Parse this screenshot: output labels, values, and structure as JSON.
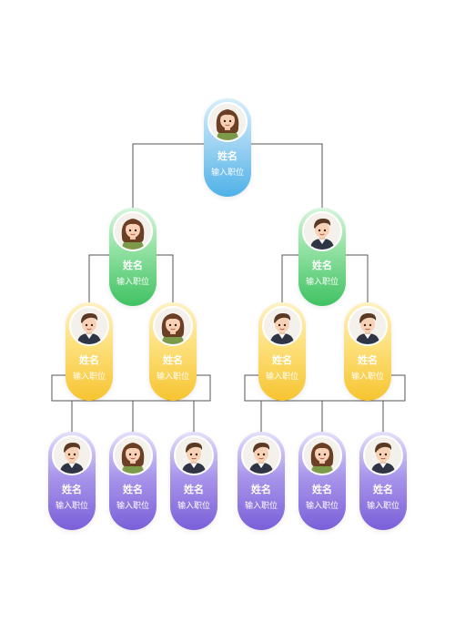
{
  "nodes": [
    {
      "name": "姓名",
      "role": "输入职位",
      "color": "#4fb1e8",
      "avatar": "female-avatar-icon",
      "level": 1
    },
    {
      "name": "姓名",
      "role": "输入职位",
      "color": "#3fc262",
      "avatar": "female-avatar-icon",
      "level": 2
    },
    {
      "name": "姓名",
      "role": "输入职位",
      "color": "#3fc262",
      "avatar": "male-avatar-icon",
      "level": 2
    },
    {
      "name": "姓名",
      "role": "输入职位",
      "color": "#f6c431",
      "avatar": "male-avatar-icon",
      "level": 3
    },
    {
      "name": "姓名",
      "role": "输入职位",
      "color": "#f6c431",
      "avatar": "female-avatar-icon",
      "level": 3
    },
    {
      "name": "姓名",
      "role": "输入职位",
      "color": "#f6c431",
      "avatar": "male-avatar-icon",
      "level": 3
    },
    {
      "name": "姓名",
      "role": "输入职位",
      "color": "#f6c431",
      "avatar": "male-avatar-icon",
      "level": 3
    },
    {
      "name": "姓名",
      "role": "输入职位",
      "color": "#7a5fd9",
      "avatar": "male-avatar-icon",
      "level": 4
    },
    {
      "name": "姓名",
      "role": "输入职位",
      "color": "#7a5fd9",
      "avatar": "female-avatar-icon",
      "level": 4
    },
    {
      "name": "姓名",
      "role": "输入职位",
      "color": "#7a5fd9",
      "avatar": "male-avatar-icon",
      "level": 4
    },
    {
      "name": "姓名",
      "role": "输入职位",
      "color": "#7a5fd9",
      "avatar": "male-avatar-icon",
      "level": 4
    },
    {
      "name": "姓名",
      "role": "输入职位",
      "color": "#7a5fd9",
      "avatar": "female-avatar-icon",
      "level": 4
    },
    {
      "name": "姓名",
      "role": "输入职位",
      "color": "#7a5fd9",
      "avatar": "male-avatar-icon",
      "level": 4
    }
  ],
  "connector_color": "#555555"
}
